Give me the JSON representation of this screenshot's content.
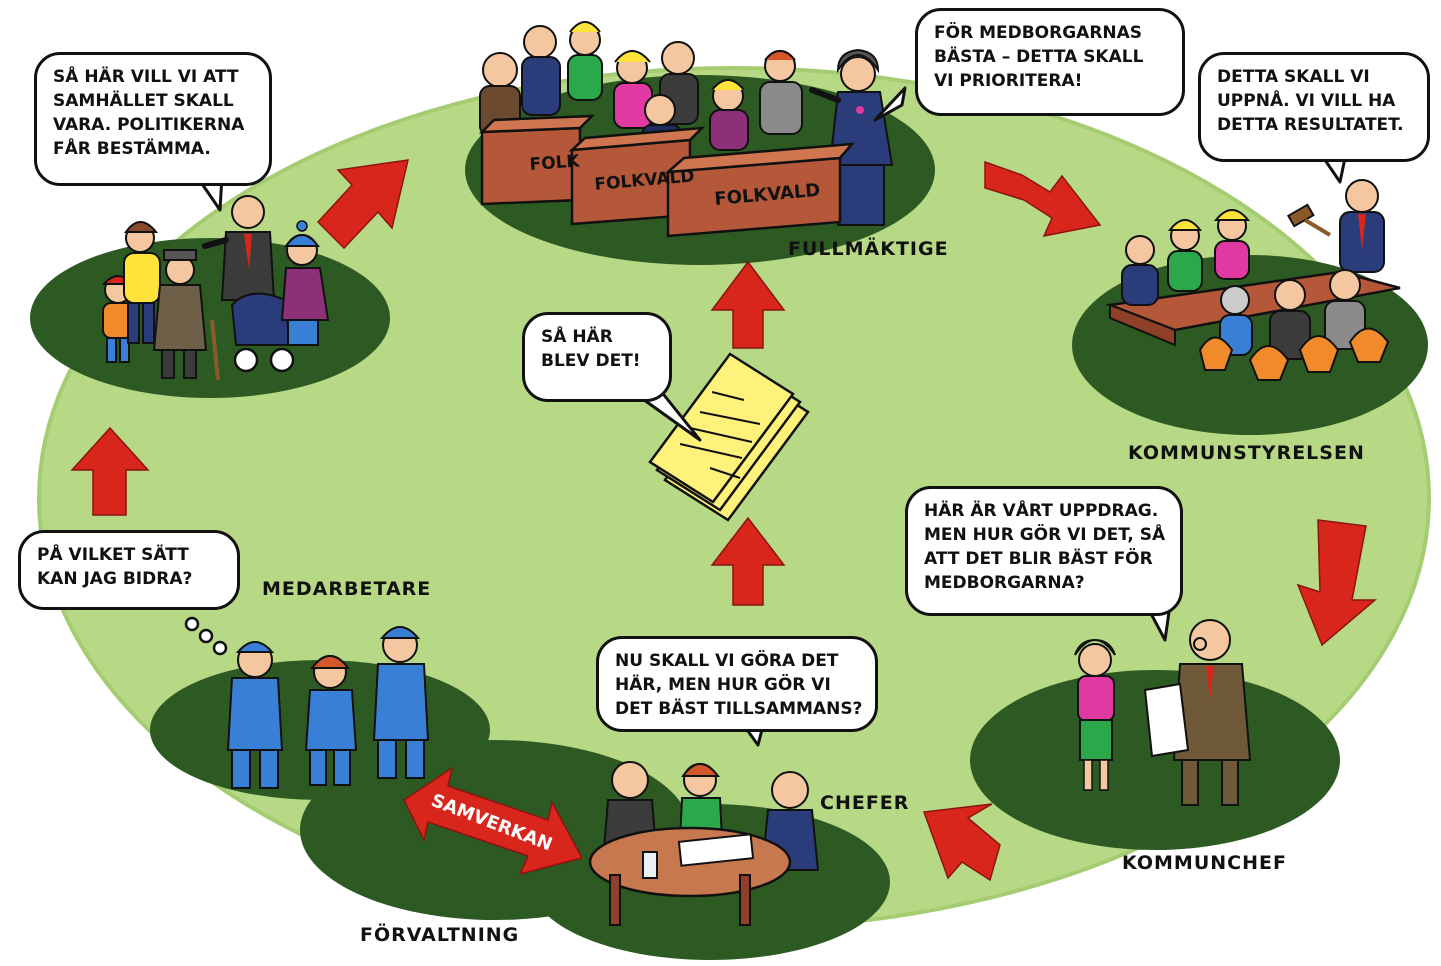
{
  "colors": {
    "field": "#b7d986",
    "field_edge": "#a6cc72",
    "island": "#2d5a22",
    "arrow": "#d8261c",
    "desk": "#b5583a",
    "paper": "#fff27a",
    "overalls": "#3a7fd6"
  },
  "stations": {
    "fullmaktige": "FULLMÄKTIGE",
    "kommunstyrelsen": "KOMMUNSTYRELSEN",
    "kommunchef": "KOMMUNCHEF",
    "chefer": "CHEFER",
    "forvaltning": "FÖRVALTNING",
    "medarbetare": "MEDARBETARE"
  },
  "desk_labels": [
    "FOLK",
    "FOLKVALD",
    "FOLKVALD"
  ],
  "arrow_label": "SAMVERKAN",
  "bubbles": {
    "medborgare": [
      "SÅ HÄR VILL VI ATT",
      "SAMHÄLLET SKALL",
      "VARA. POLITIKERNA",
      "FÅR BESTÄMMA."
    ],
    "fullmaktige": [
      "FÖR MEDBORGARNAS",
      "BÄSTA – DETTA SKALL",
      "VI PRIORITERA!"
    ],
    "kommunstyrelsen": [
      "DETTA SKALL VI",
      "UPPNÅ. VI VILL HA",
      "DETTA RESULTATET."
    ],
    "kommunchef": [
      "HÄR ÄR VÅRT UPPDRAG.",
      "MEN HUR GÖR VI DET, SÅ",
      "ATT DET BLIR BÄST FÖR",
      "MEDBORGARNA?"
    ],
    "chefer": [
      "NU SKALL VI GÖRA DET",
      "HÄR, MEN HUR GÖR VI",
      "DET BÄST TILLSAMMANS?"
    ],
    "medarbetare": [
      "PÅ VILKET SÄTT",
      "KAN JAG BIDRA?"
    ],
    "rapport": [
      "SÅ HÄR",
      "BLEV DET!"
    ]
  }
}
